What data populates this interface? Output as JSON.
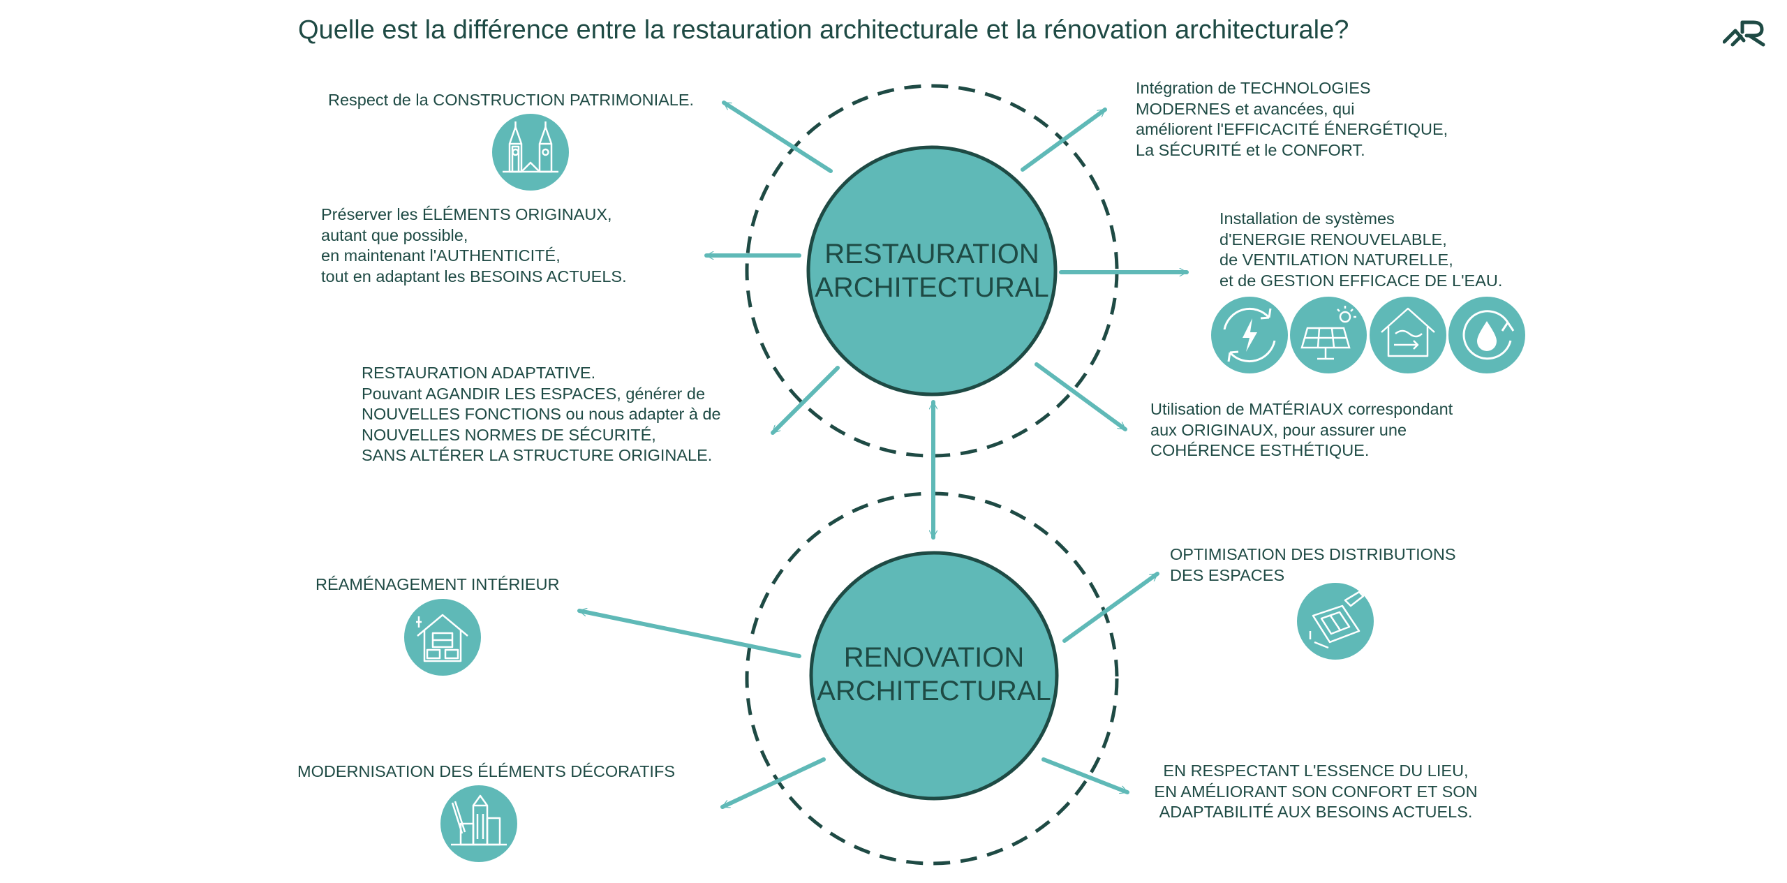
{
  "title": "Quelle est la différence entre la restauration architecturale et la rénovation architecturale?",
  "colors": {
    "teal": "#5fb9b7",
    "dark": "#1e4a44",
    "text": "#1e4a44"
  },
  "restauration": {
    "circle_label": [
      "RESTAURATION",
      "ARCHITECTURAL"
    ],
    "points": {
      "patrimoine": [
        "Respect de la CONSTRUCTION PATRIMONIALE."
      ],
      "originaux": [
        "Préserver les ÉLÉMENTS ORIGINAUX,",
        "autant que possible,",
        "en maintenant l'AUTHENTICITÉ,",
        "tout en adaptant les BESOINS ACTUELS."
      ],
      "adaptative": [
        "RESTAURATION ADAPTATIVE.",
        "Pouvant AGANDIR LES ESPACES, générer de",
        "NOUVELLES FONCTIONS ou nous adapter à de",
        "NOUVELLES NORMES DE SÉCURITÉ,",
        "SANS ALTÉRER LA STRUCTURE ORIGINALE."
      ],
      "technologies": [
        "Intégration de TECHNOLOGIES",
        "MODERNES et avancées, qui",
        "améliorent l'EFFICACITÉ ÉNERGÉTIQUE,",
        "La SÉCURITÉ et le CONFORT."
      ],
      "systemes": [
        "Installation de systèmes",
        "d'ENERGIE RENOUVELABLE,",
        "de VENTILATION NATURELLE,",
        "et de GESTION EFFICACE DE L'EAU."
      ],
      "materiaux": [
        "Utilisation de MATÉRIAUX correspondant",
        "aux ORIGINAUX, pour assurer une",
        "COHÉRENCE ESTHÉTIQUE."
      ]
    }
  },
  "renovation": {
    "circle_label": [
      "RENOVATION",
      "ARCHITECTURAL"
    ],
    "points": {
      "reamenagement": [
        "RÉAMÉNAGEMENT INTÉRIEUR"
      ],
      "decoratifs": [
        "MODERNISATION DES ÉLÉMENTS DÉCORATIFS"
      ],
      "distributions": [
        "OPTIMISATION DES DISTRIBUTIONS",
        "DES ESPACES"
      ],
      "essence": [
        "EN RESPECTANT L'ESSENCE DU LIEU,",
        "EN AMÉLIORANT SON CONFORT ET SON",
        "ADAPTABILITÉ AUX BESOINS ACTUELS."
      ]
    }
  },
  "icons": [
    "church-towers-icon",
    "renewable-energy-icon",
    "solar-panel-icon",
    "ventilation-house-icon",
    "water-cycle-icon",
    "interior-house-icon",
    "blueprint-icon",
    "city-buildings-icon",
    "company-logo-icon"
  ]
}
